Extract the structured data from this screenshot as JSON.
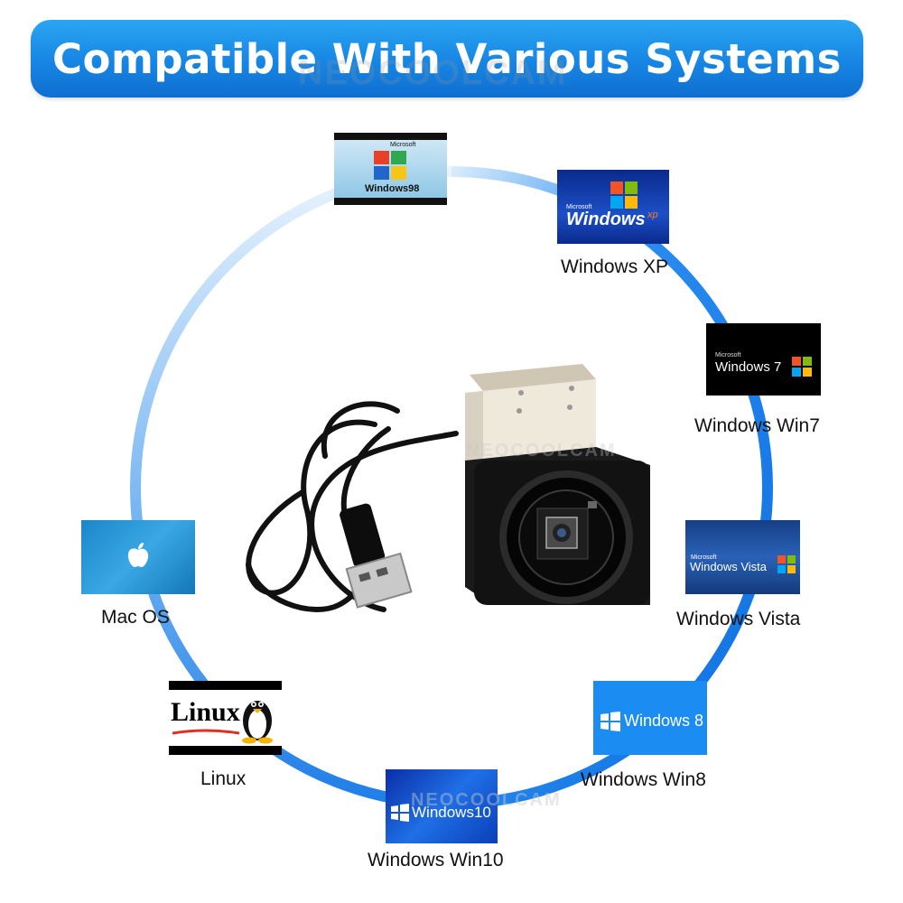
{
  "banner": {
    "title": "Compatible With Various Systems"
  },
  "watermark": "NEOCOOLCAM",
  "systems": [
    {
      "id": "win98",
      "label": "",
      "tile_text": "Windows98",
      "brand": "Microsoft"
    },
    {
      "id": "winxp",
      "label": "Windows XP",
      "tile_text": "Windows",
      "tile_suffix": "xp",
      "brand": "Microsoft"
    },
    {
      "id": "win7",
      "label": "Windows Win7",
      "tile_text": "Windows 7",
      "brand": "Microsoft"
    },
    {
      "id": "vista",
      "label": "Windows Vista",
      "tile_text": "Windows Vista",
      "brand": "Microsoft"
    },
    {
      "id": "win8",
      "label": "Windows Win8",
      "tile_text": "Windows 8"
    },
    {
      "id": "win10",
      "label": "Windows Win10",
      "tile_text": "Windows10"
    },
    {
      "id": "linux",
      "label": "Linux",
      "tile_text": "Linux"
    },
    {
      "id": "macos",
      "label": "Mac OS"
    }
  ],
  "colors": {
    "ring": "#1f7ee8",
    "banner": "#1785e3"
  },
  "icons": [
    "windows-flag-icon",
    "apple-icon",
    "tux-penguin-icon",
    "usb-plug-icon",
    "camera-icon"
  ]
}
